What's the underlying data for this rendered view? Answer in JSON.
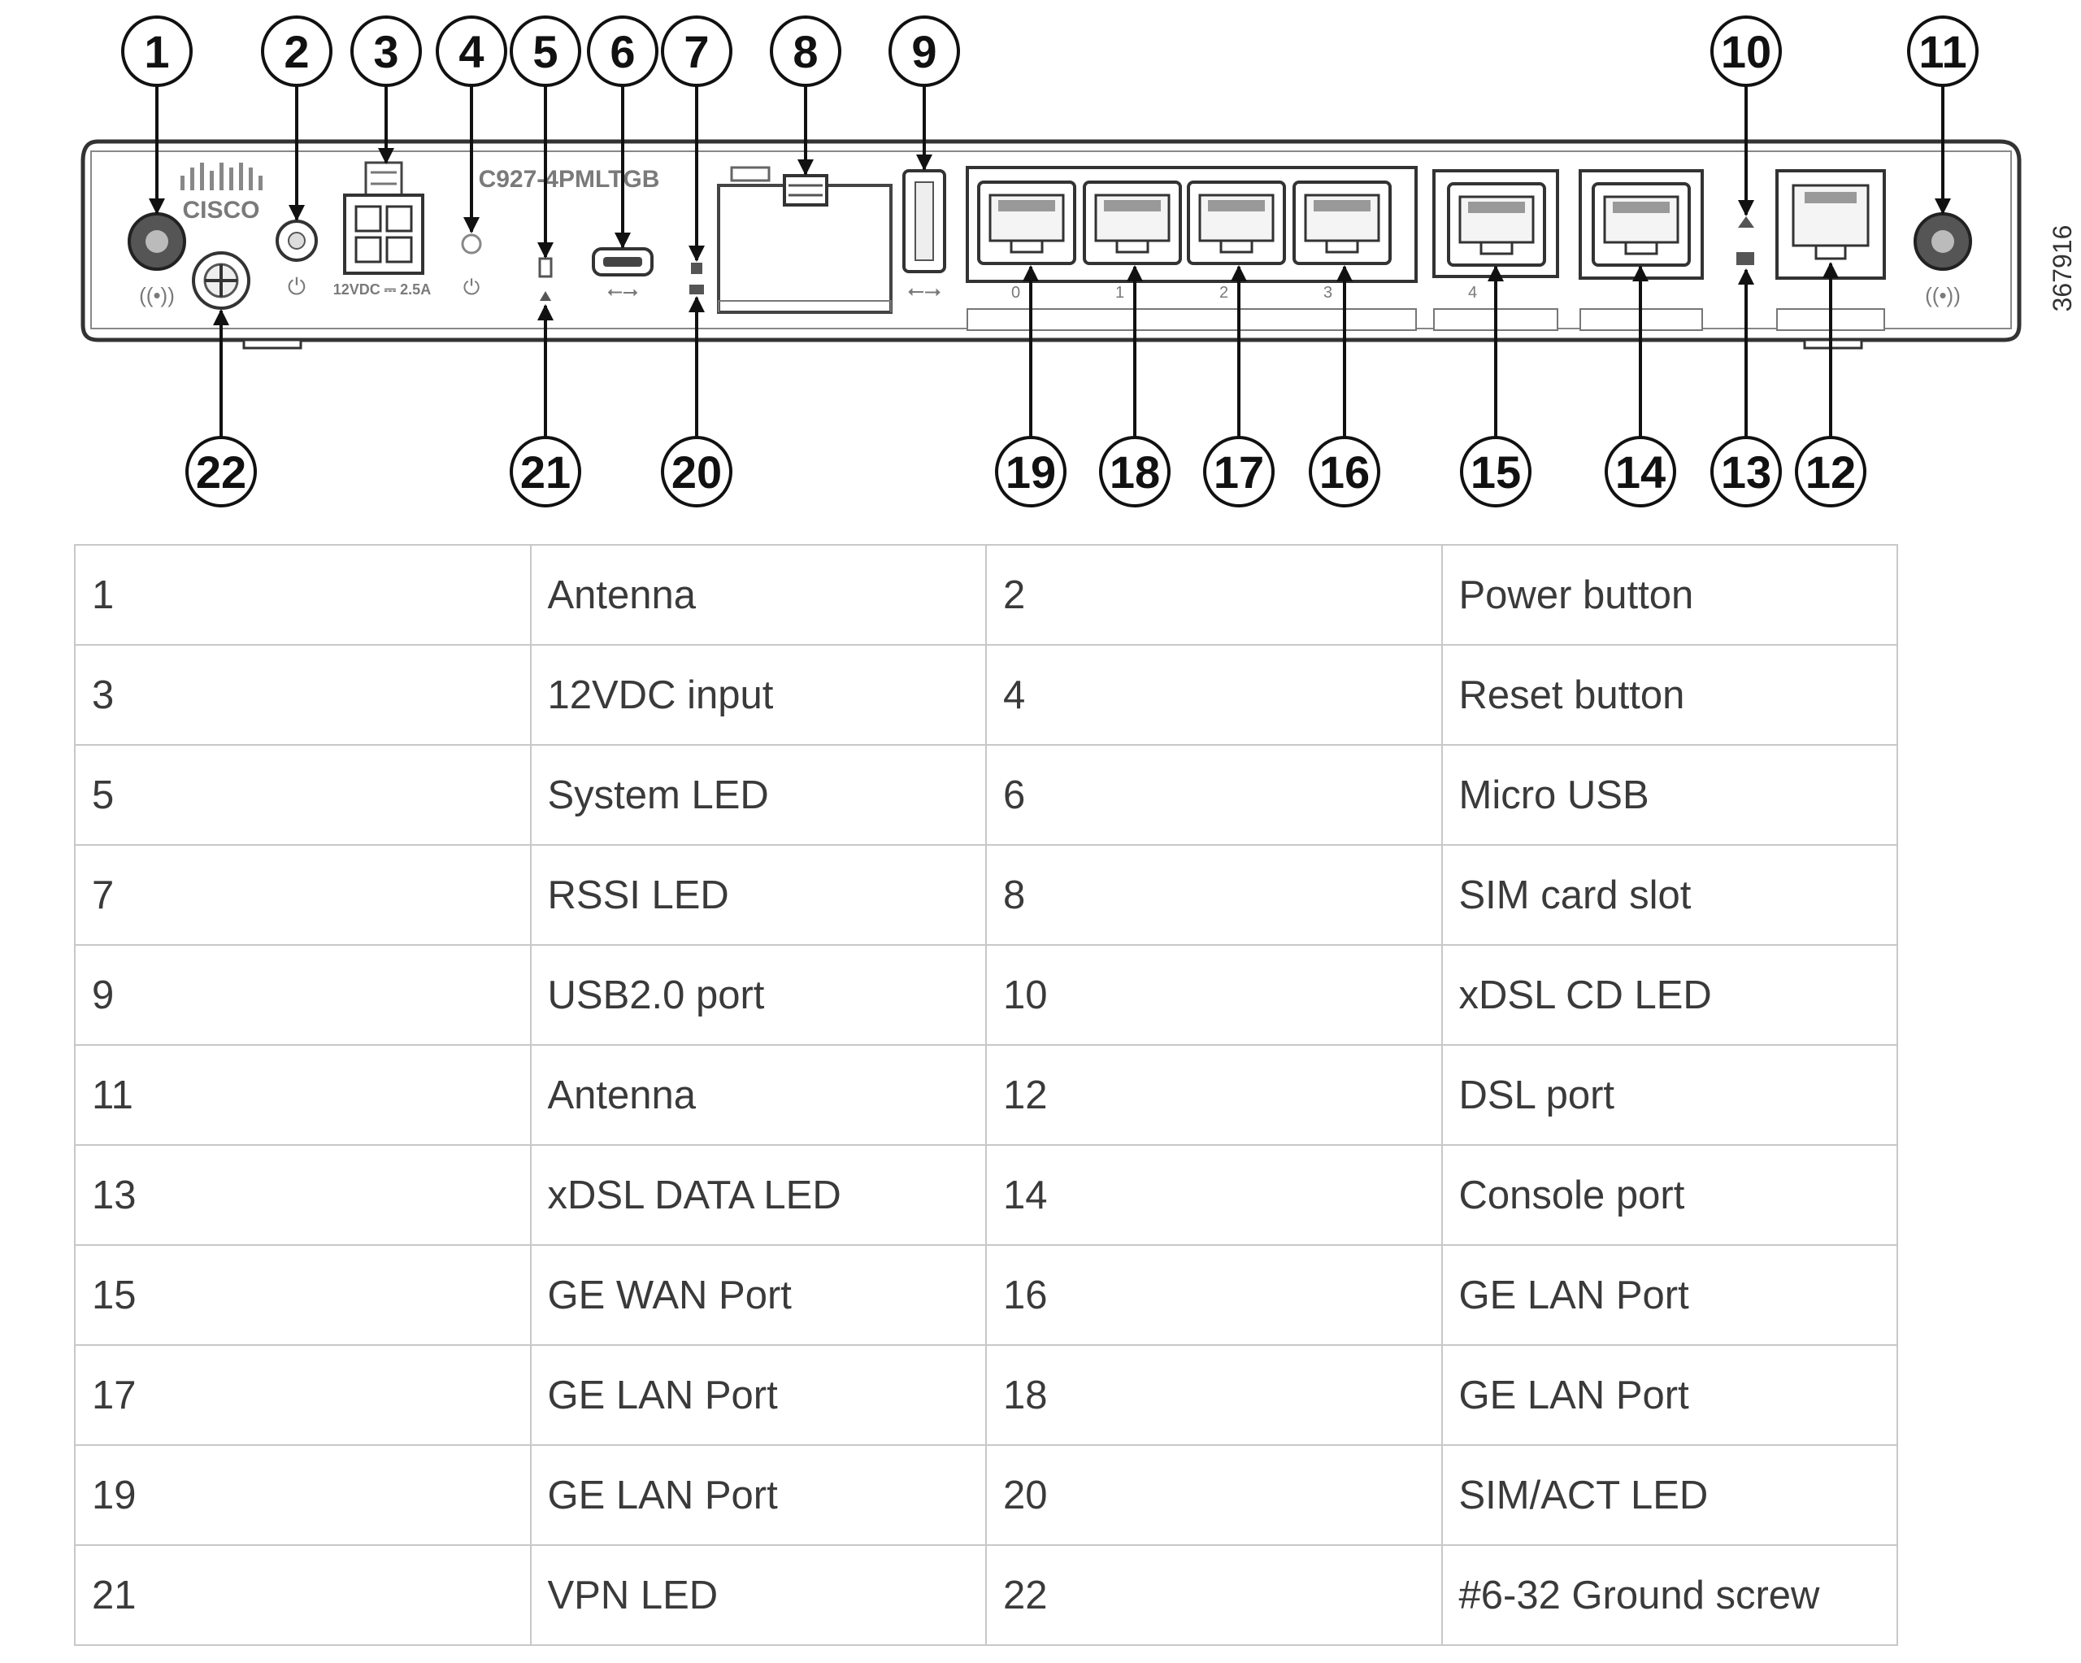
{
  "figure": {
    "device_labels": {
      "brand": "CISCO",
      "model": "C927-4PMLTGB",
      "power_rating": "12VDC ⎓ 2.5A",
      "port_numbers": [
        "0",
        "1",
        "2",
        "3",
        "4"
      ]
    },
    "document_id": "367916",
    "callouts_top": [
      "1",
      "2",
      "3",
      "4",
      "5",
      "6",
      "7",
      "8",
      "9",
      "10",
      "11"
    ],
    "callouts_bottom": [
      "22",
      "21",
      "20",
      "19",
      "18",
      "17",
      "16",
      "15",
      "14",
      "13",
      "12"
    ]
  },
  "legend": {
    "rows": [
      {
        "num_a": "1",
        "label_a": "Antenna",
        "num_b": "2",
        "label_b": "Power button"
      },
      {
        "num_a": "3",
        "label_a": "12VDC input",
        "num_b": "4",
        "label_b": "Reset button"
      },
      {
        "num_a": "5",
        "label_a": "System LED",
        "num_b": "6",
        "label_b": "Micro USB"
      },
      {
        "num_a": "7",
        "label_a": "RSSI LED",
        "num_b": "8",
        "label_b": "SIM card slot"
      },
      {
        "num_a": "9",
        "label_a": "USB2.0 port",
        "num_b": "10",
        "label_b": "xDSL CD LED"
      },
      {
        "num_a": "11",
        "label_a": "Antenna",
        "num_b": "12",
        "label_b": "DSL port"
      },
      {
        "num_a": "13",
        "label_a": "xDSL DATA LED",
        "num_b": "14",
        "label_b": "Console port"
      },
      {
        "num_a": "15",
        "label_a": "GE WAN Port",
        "num_b": "16",
        "label_b": "GE LAN Port"
      },
      {
        "num_a": "17",
        "label_a": "GE LAN Port",
        "num_b": "18",
        "label_b": "GE LAN Port"
      },
      {
        "num_a": "19",
        "label_a": "GE LAN Port",
        "num_b": "20",
        "label_b": "SIM/ACT LED"
      },
      {
        "num_a": "21",
        "label_a": "VPN LED",
        "num_b": "22",
        "label_b": "#6-32 Ground screw"
      }
    ]
  }
}
